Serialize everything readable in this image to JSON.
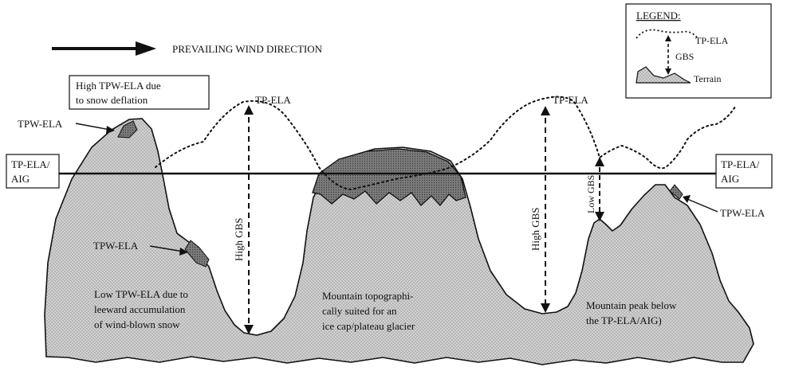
{
  "wind": {
    "label": "PREVAILING WIND DIRECTION"
  },
  "legend": {
    "title": "LEGEND:",
    "tp_ela": "TP-ELA",
    "gbs": "GBS",
    "terrain": "Terrain"
  },
  "labels": {
    "high_tpw_line1": "High TPW-ELA due",
    "high_tpw_line2": "to snow deflation",
    "tpw_ela_top_left": "TPW-ELA",
    "tp_ela_left": "TP-ELA",
    "tp_ela_right": "TP-ELA",
    "aig_left_line1": "TP-ELA/",
    "aig_left_line2": "AIG",
    "aig_right_line1": "TP-ELA/",
    "aig_right_line2": "AIG",
    "tpw_ela_mid_left": "TPW-ELA",
    "tpw_ela_right": "TPW-ELA",
    "high_gbs_left": "High GBS",
    "high_gbs_right": "High GBS",
    "low_gbs": "Low GBS",
    "low_tpw_line1": "Low TPW-ELA due to",
    "low_tpw_line2": "leeward accumulation",
    "low_tpw_line3": "of wind-blown snow",
    "plateau_line1": "Mountain topographi-",
    "plateau_line2": "cally suited for an",
    "plateau_line3": "ice cap/plateau glacier",
    "peak_below_line1": "Mountain peak below",
    "peak_below_line2": "the TP-ELA/AIG)"
  },
  "colors": {
    "terrain_fill": "#c9c9c9",
    "glacier_fill": "#6e6e6e",
    "ink": "#111111"
  }
}
